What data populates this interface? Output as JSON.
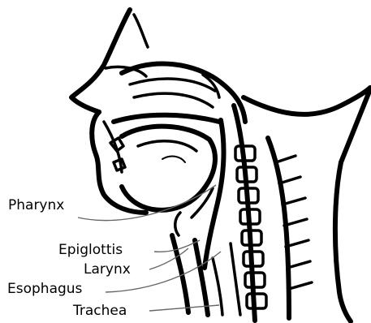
{
  "labels": {
    "pharynx": "Pharynx",
    "epiglottis": "Epiglottis",
    "larynx": "Larynx",
    "esophagus": "Esophagus",
    "trachea": "Trachea"
  },
  "colors": {
    "ink": "#000000",
    "leader": "#666666",
    "background": "#ffffff"
  }
}
